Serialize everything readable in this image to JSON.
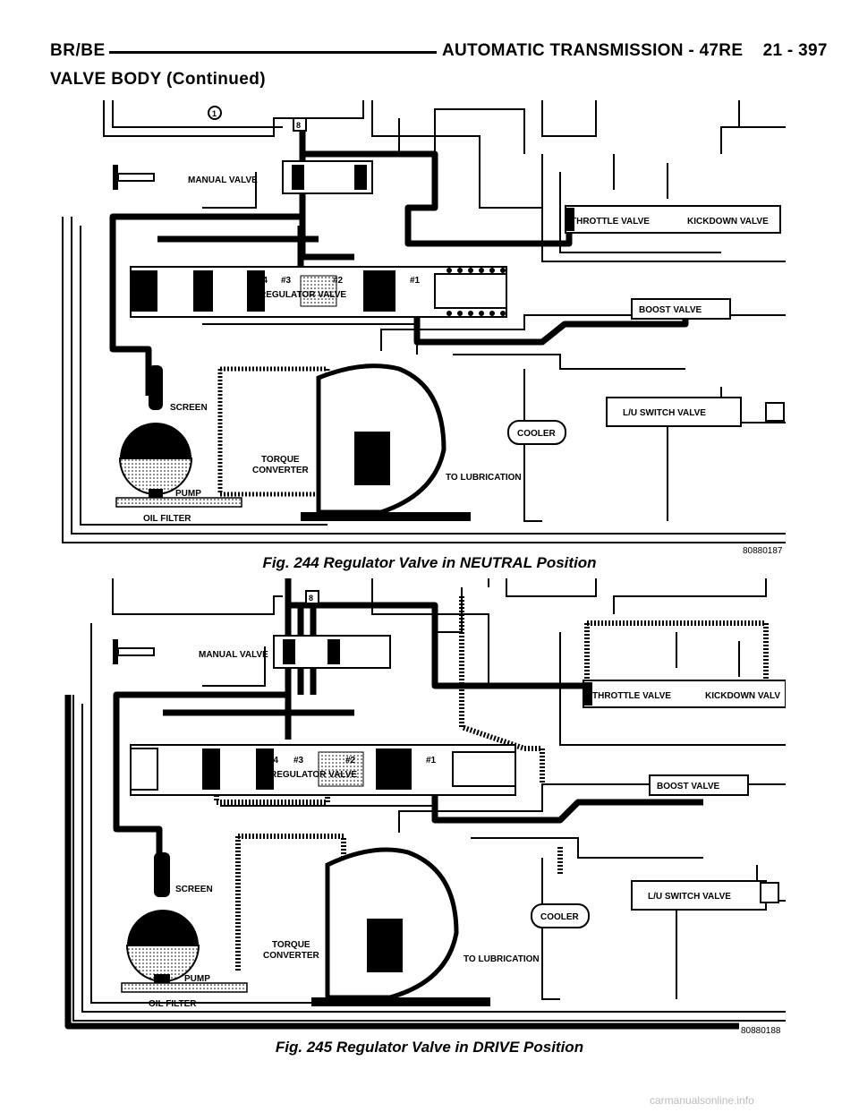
{
  "header": {
    "left": "BR/BE",
    "right": "AUTOMATIC TRANSMISSION - 47RE    21 - 397"
  },
  "section_title": "VALVE BODY (Continued)",
  "figures": [
    {
      "caption": "Fig. 244 Regulator Valve in NEUTRAL Position",
      "image_code": "80880187",
      "labels": {
        "manual_valve": "MANUAL VALVE",
        "throttle_valve": "THROTTLE VALVE",
        "kickdown_valve": "KICKDOWN VALVE",
        "regulator_valve": "REGULATOR VALVE",
        "boost_valve": "BOOST VALVE",
        "lu_switch_valve": "L/U SWITCH VALVE",
        "screen": "SCREEN",
        "cooler": "COOLER",
        "torque_converter_1": "TORQUE",
        "torque_converter_2": "CONVERTER",
        "to_lubrication": "TO LUBRICATION",
        "pump": "PUMP",
        "oil_filter": "OIL FILTER",
        "p4": "#4",
        "p3": "#3",
        "p2": "#2",
        "p1": "#1",
        "circle1": "1",
        "box8": "8"
      }
    },
    {
      "caption": "Fig. 245 Regulator Valve in DRIVE Position",
      "image_code": "80880188",
      "labels": {
        "manual_valve": "MANUAL VALVE",
        "throttle_valve": "THROTTLE VALVE",
        "kickdown_valve": "KICKDOWN VALV",
        "regulator_valve": "REGULATOR VALVE",
        "boost_valve": "BOOST VALVE",
        "lu_switch_valve": "L/U SWITCH VALVE",
        "screen": "SCREEN",
        "cooler": "COOLER",
        "torque_converter_1": "TORQUE",
        "torque_converter_2": "CONVERTER",
        "to_lubrication": "TO LUBRICATION",
        "pump": "PUMP",
        "oil_filter": "OIL FILTER",
        "p4": "#4",
        "p3": "#3",
        "p2": "#2",
        "p1": "#1",
        "box8": "8"
      }
    }
  ],
  "footer": "carmanualsonline.info"
}
